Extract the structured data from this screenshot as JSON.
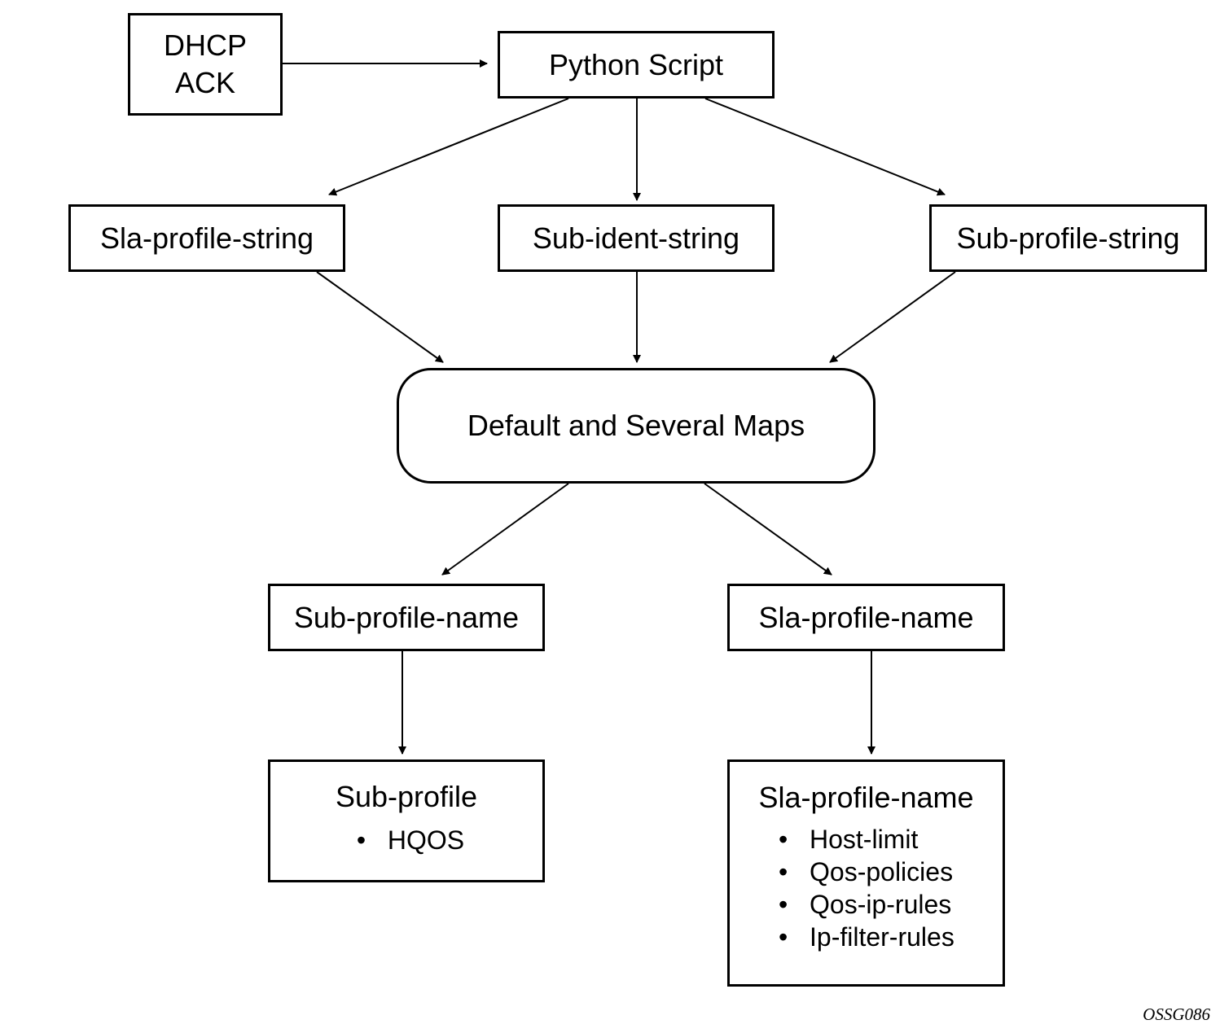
{
  "nodes": {
    "dhcp_ack": {
      "line1": "DHCP",
      "line2": "ACK"
    },
    "python_script": {
      "label": "Python Script"
    },
    "sla_profile_string": {
      "label": "Sla-profile-string"
    },
    "sub_ident_string": {
      "label": "Sub-ident-string"
    },
    "sub_profile_string": {
      "label": "Sub-profile-string"
    },
    "default_maps": {
      "label": "Default and Several Maps"
    },
    "sub_profile_name": {
      "label": "Sub-profile-name"
    },
    "sla_profile_name": {
      "label": "Sla-profile-name"
    },
    "sub_profile": {
      "title": "Sub-profile",
      "items": [
        "HQOS"
      ]
    },
    "sla_profile_detail": {
      "title": "Sla-profile-name",
      "items": [
        "Host-limit",
        "Qos-policies",
        "Qos-ip-rules",
        "Ip-filter-rules"
      ]
    }
  },
  "edges": [
    {
      "from": "dhcp_ack",
      "to": "python_script"
    },
    {
      "from": "python_script",
      "to": "sla_profile_string"
    },
    {
      "from": "python_script",
      "to": "sub_ident_string"
    },
    {
      "from": "python_script",
      "to": "sub_profile_string"
    },
    {
      "from": "sla_profile_string",
      "to": "default_maps"
    },
    {
      "from": "sub_ident_string",
      "to": "default_maps"
    },
    {
      "from": "sub_profile_string",
      "to": "default_maps"
    },
    {
      "from": "default_maps",
      "to": "sub_profile_name"
    },
    {
      "from": "default_maps",
      "to": "sla_profile_name"
    },
    {
      "from": "sub_profile_name",
      "to": "sub_profile"
    },
    {
      "from": "sla_profile_name",
      "to": "sla_profile_detail"
    }
  ],
  "figure_id": "OSSG086"
}
